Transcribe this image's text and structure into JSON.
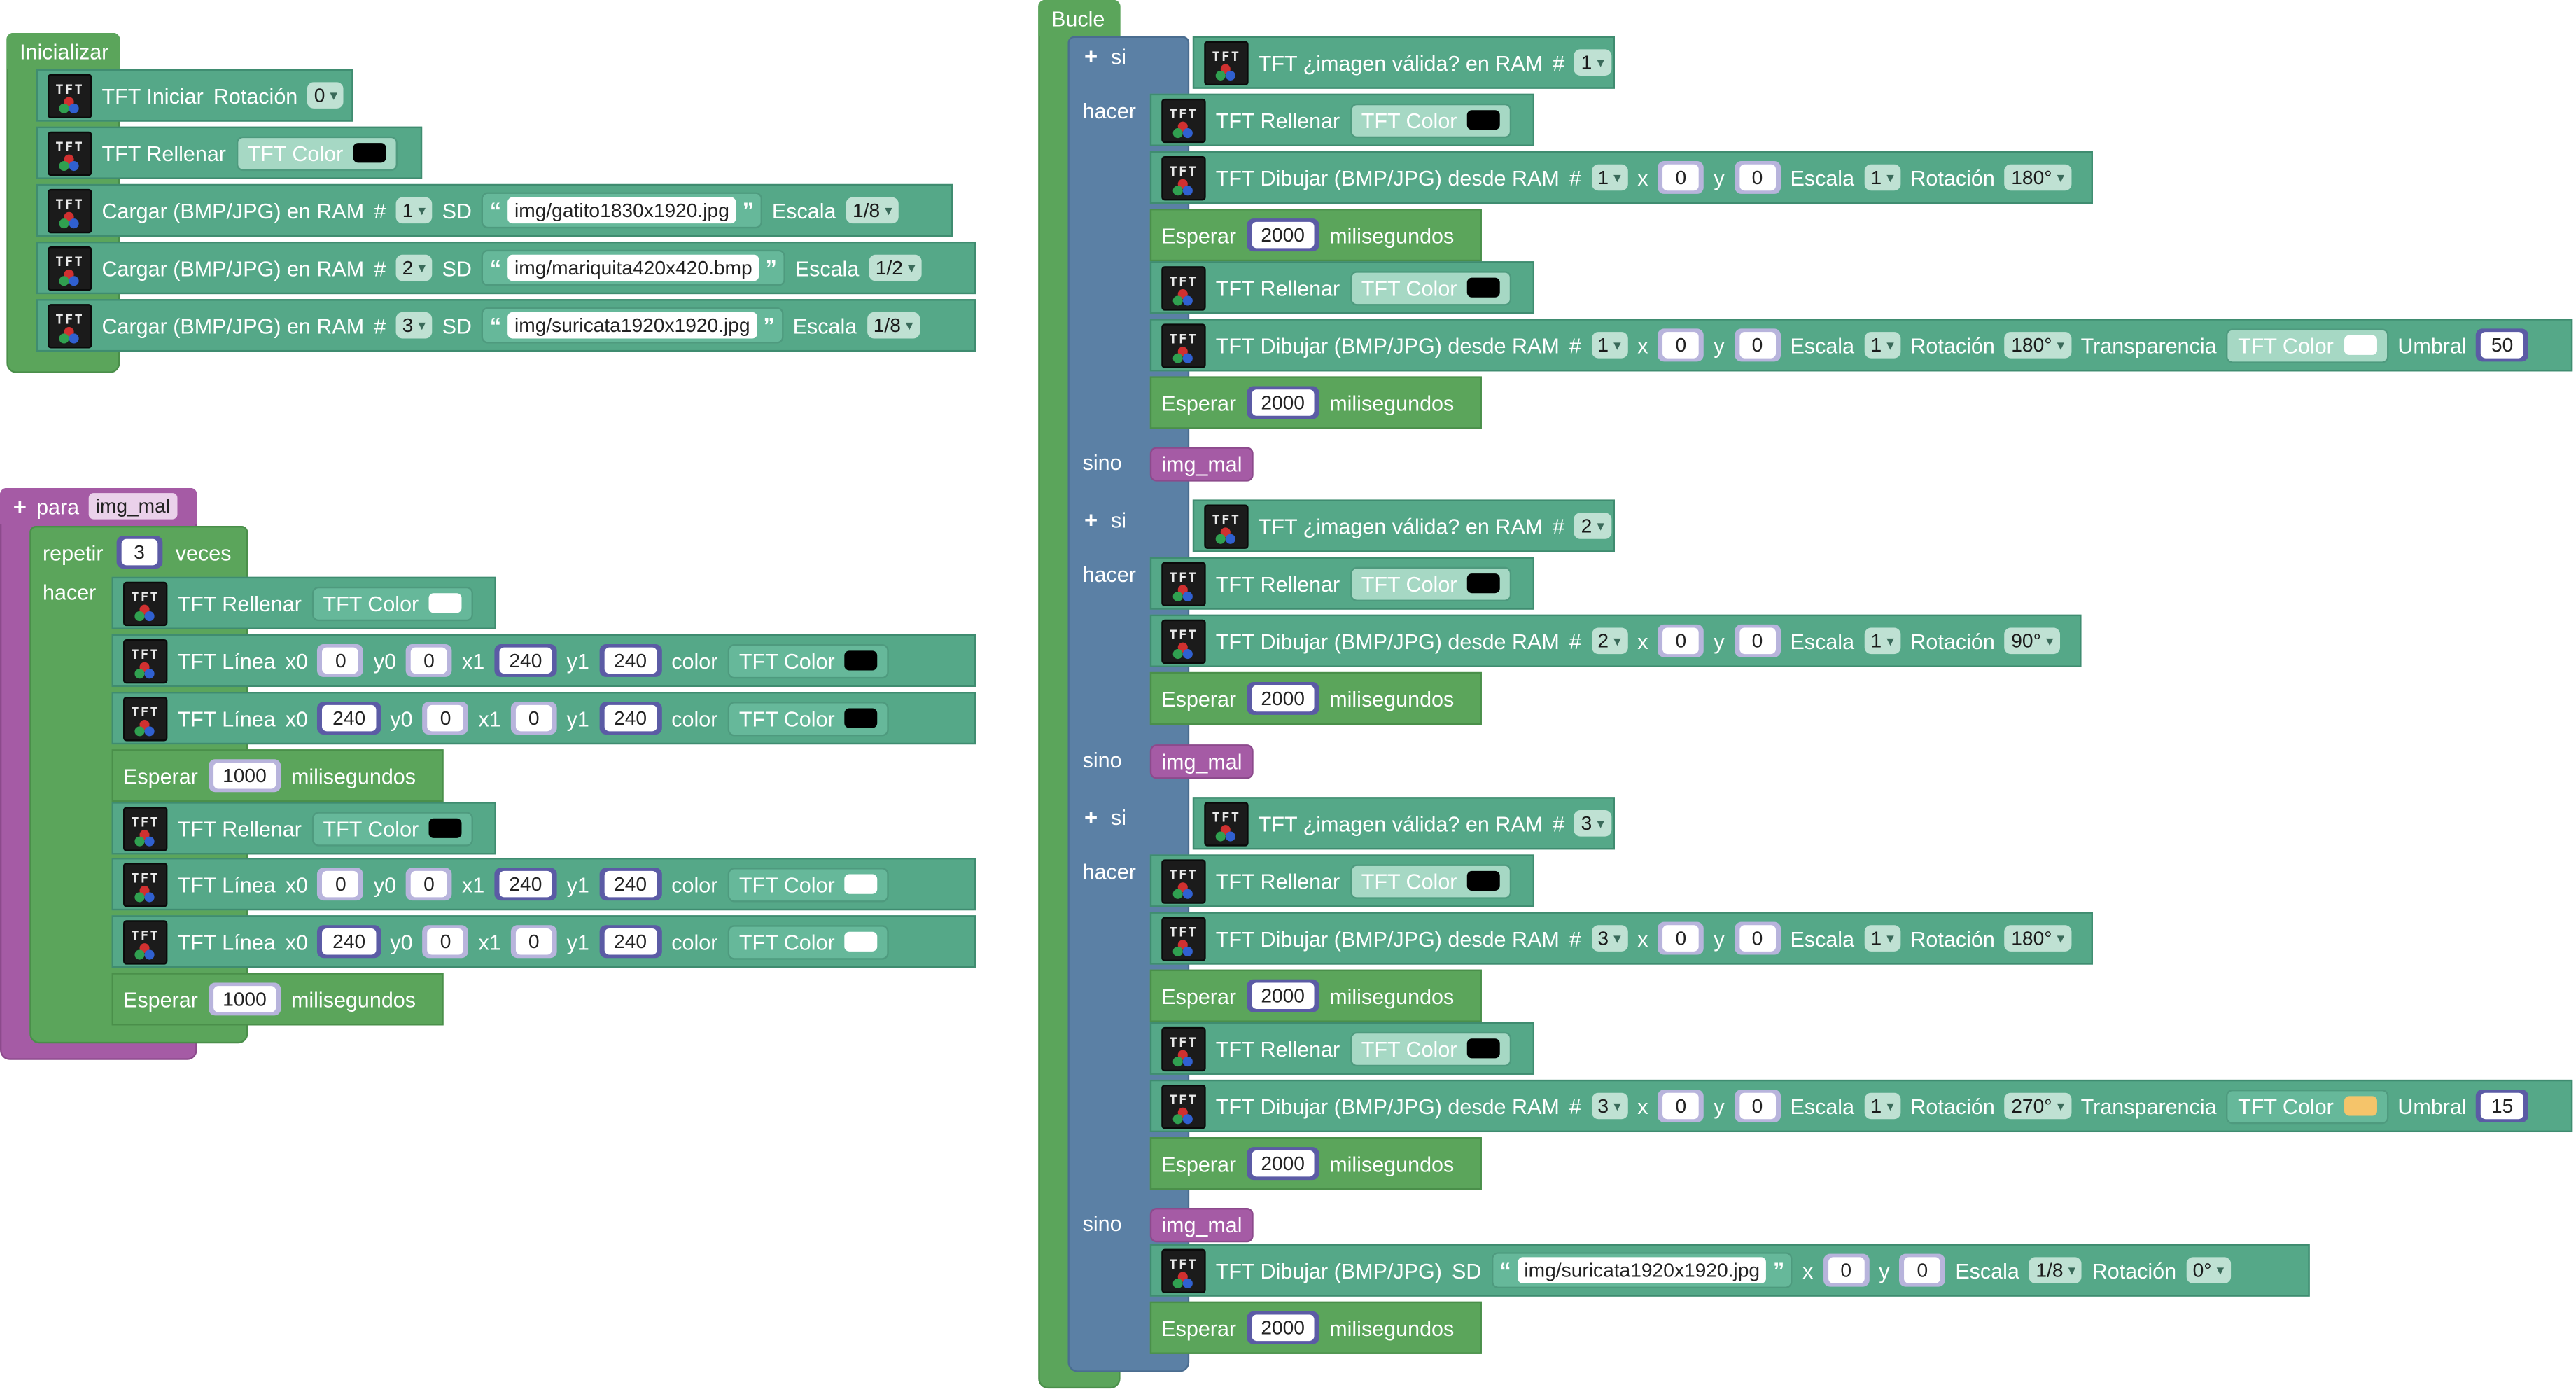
{
  "init": {
    "title": "Inicializar",
    "tft_iniciar": "TFT Iniciar",
    "rotacion_label": "Rotación",
    "rotacion_value": "0",
    "fill_label": "TFT Rellenar",
    "color_label": "TFT Color",
    "load_label": "Cargar (BMP/JPG) en RAM",
    "hash": "#",
    "sd": "SD",
    "escala_label": "Escala",
    "loads": [
      {
        "slot": "1",
        "file": "img/gatito1830x1920.jpg",
        "scale": "1/8"
      },
      {
        "slot": "2",
        "file": "img/mariquita420x420.bmp",
        "scale": "1/2"
      },
      {
        "slot": "3",
        "file": "img/suricata1920x1920.jpg",
        "scale": "1/8"
      }
    ]
  },
  "proc": {
    "para_label": "para",
    "name": "img_mal",
    "repetir_label": "repetir",
    "times": "3",
    "veces_label": "veces",
    "hacer_label": "hacer",
    "fill_label": "TFT Rellenar",
    "color_label": "TFT Color",
    "linea_label": "TFT Línea",
    "x0": "x0",
    "y0": "y0",
    "x1": "x1",
    "y1": "y1",
    "color_word": "color",
    "lines": [
      {
        "x0": "0",
        "y0": "0",
        "x1": "240",
        "y1": "240"
      },
      {
        "x0": "240",
        "y0": "0",
        "x1": "0",
        "y1": "240"
      },
      {
        "x0": "0",
        "y0": "0",
        "x1": "240",
        "y1": "240"
      },
      {
        "x0": "240",
        "y0": "0",
        "x1": "0",
        "y1": "240"
      }
    ],
    "esperar_label": "Esperar",
    "wait_ms": "1000",
    "ms_label": "milisegundos"
  },
  "loop": {
    "title": "Bucle",
    "si_label": "si",
    "hacer_label": "hacer",
    "sino_label": "sino",
    "valid_label": "TFT ¿imagen válida? en RAM",
    "hash": "#",
    "fill_label": "TFT Rellenar",
    "color_label": "TFT Color",
    "draw_ram_label": "TFT Dibujar (BMP/JPG) desde RAM",
    "draw_sd_label": "TFT Dibujar (BMP/JPG)",
    "sd_label": "SD",
    "x_label": "x",
    "y_label": "y",
    "escala_label": "Escala",
    "rot_label": "Rotación",
    "transp_label": "Transparencia",
    "umbral_label": "Umbral",
    "esperar_label": "Esperar",
    "ms_label": "milisegundos",
    "wait_ms": "2000",
    "img_mal": "img_mal",
    "zero": "0",
    "one": "1",
    "slots": [
      "1",
      "2",
      "3"
    ],
    "rots": [
      "180°",
      "180°",
      "90°",
      "180°",
      "270°",
      "0°"
    ],
    "umbral": [
      "50",
      "15"
    ],
    "sd_file": "img/suricata1920x1920.jpg",
    "sd_scale": "1/8"
  },
  "colors": {
    "black": "#000000",
    "white": "#ffffff",
    "orange": "#f5c46a"
  }
}
